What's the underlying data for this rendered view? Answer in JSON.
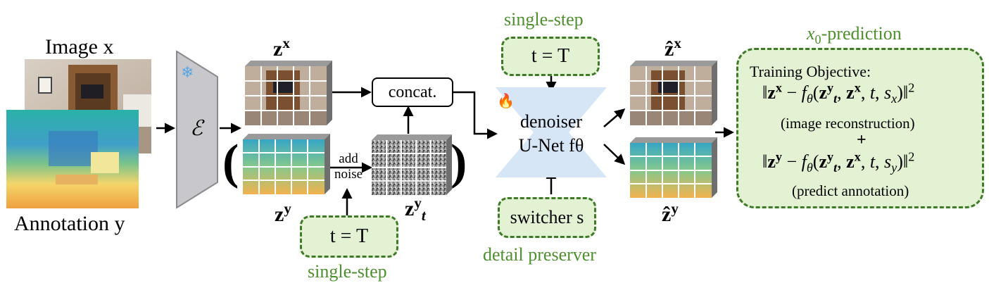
{
  "inputs": {
    "image_label": "Image x",
    "annotation_label": "Annotation y"
  },
  "encoder": {
    "symbol": "ℰ"
  },
  "latents": {
    "zx_label": "zx",
    "zy_label": "zy",
    "zty_label": "zyt"
  },
  "noise": {
    "line1": "add",
    "line2": "noise"
  },
  "concat_label": "concat.",
  "timestep": {
    "top_caption": "single-step",
    "top_value": "t = T",
    "bottom_value": "t = T",
    "bottom_caption": "single-step"
  },
  "denoiser": {
    "line1": "denoiser",
    "line2": "U-Net fθ"
  },
  "switcher": {
    "value": "switcher s",
    "caption": "detail preserver"
  },
  "outputs": {
    "zx_hat_label": "ẑx",
    "zy_hat_label": "ẑy"
  },
  "objective": {
    "caption": "x0-prediction",
    "title": "Training Objective:",
    "eq1_note": "(image reconstruction)",
    "plus": "+",
    "eq2_note": "(predict annotation)"
  },
  "colors": {
    "green_border": "#3f7a28",
    "green_fill": "#e2f2d2",
    "green_text": "#4e8f2e",
    "unet_fill": "#d6e6f6",
    "encoder_fill": "#c8c8cc"
  },
  "icons": [
    "snowflake-icon",
    "fire-icon"
  ]
}
